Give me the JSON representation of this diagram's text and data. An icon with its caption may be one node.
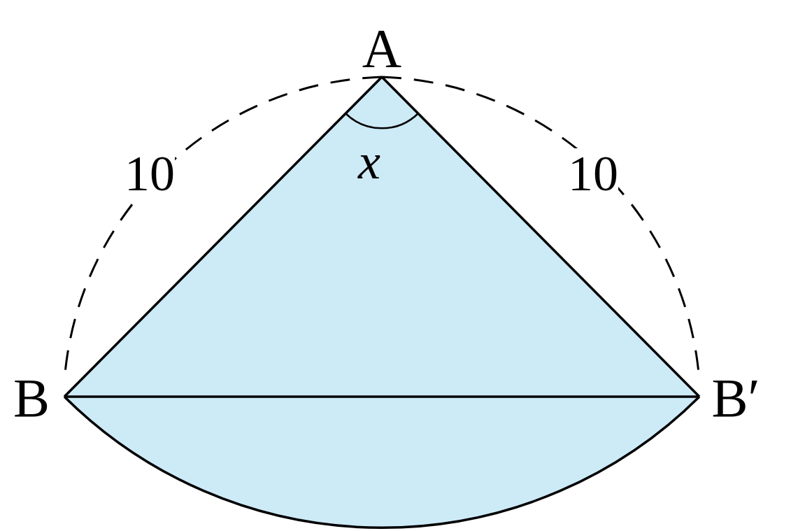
{
  "diagram": {
    "nodes": [
      {
        "text": [
          "A"
        ]
      },
      {
        "text": [
          "B"
        ]
      },
      {
        "text": [
          "B′"
        ]
      }
    ],
    "edges": [
      {
        "from": 0,
        "to": 1,
        "arrow": "none"
      },
      {
        "from": 0,
        "to": 2,
        "arrow": "none"
      },
      {
        "from": 1,
        "to": 2,
        "arrow": "none"
      },
      {
        "from": 1,
        "to": 2,
        "arrow": "none"
      }
    ],
    "labels": [
      "10",
      "10",
      "x"
    ]
  }
}
